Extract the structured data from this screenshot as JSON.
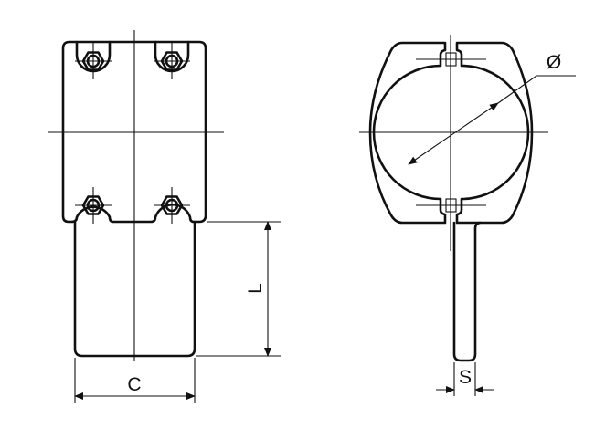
{
  "drawing": {
    "front_view": {
      "dimension_width_label": "C",
      "dimension_length_label": "L"
    },
    "side_view": {
      "dimension_thickness_label": "S",
      "diameter_symbol": "Ø"
    }
  },
  "colors": {
    "line": "#111111",
    "background": "#ffffff"
  }
}
